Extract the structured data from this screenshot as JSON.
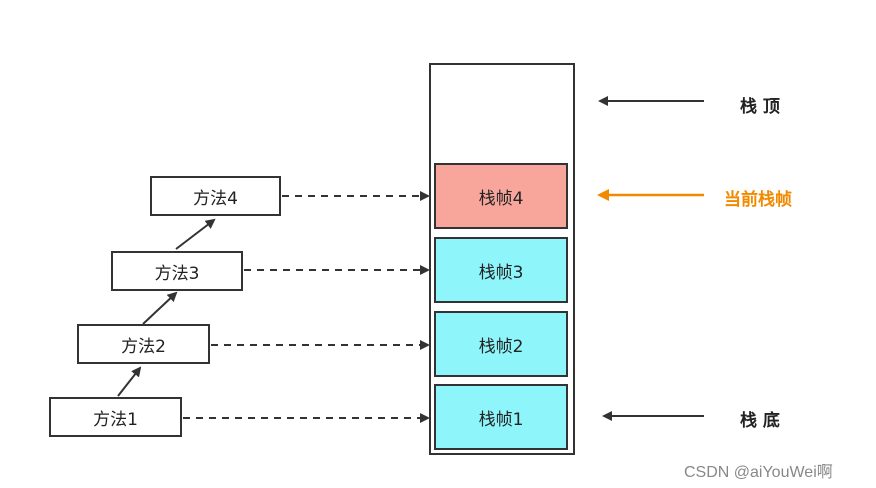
{
  "methods": [
    "方法1",
    "方法2",
    "方法3",
    "方法4"
  ],
  "frames": [
    "栈帧1",
    "栈帧2",
    "栈帧3",
    "栈帧4"
  ],
  "labels": {
    "stack_top": "栈 顶",
    "current_frame": "当前栈帧",
    "stack_bottom": "栈 底"
  },
  "watermark": "CSDN @aiYouWei啊",
  "colors": {
    "frame_fill": "#8ef5fb",
    "current_frame_fill": "#f8a69c",
    "current_label": "#f28a00",
    "line": "#333333"
  }
}
